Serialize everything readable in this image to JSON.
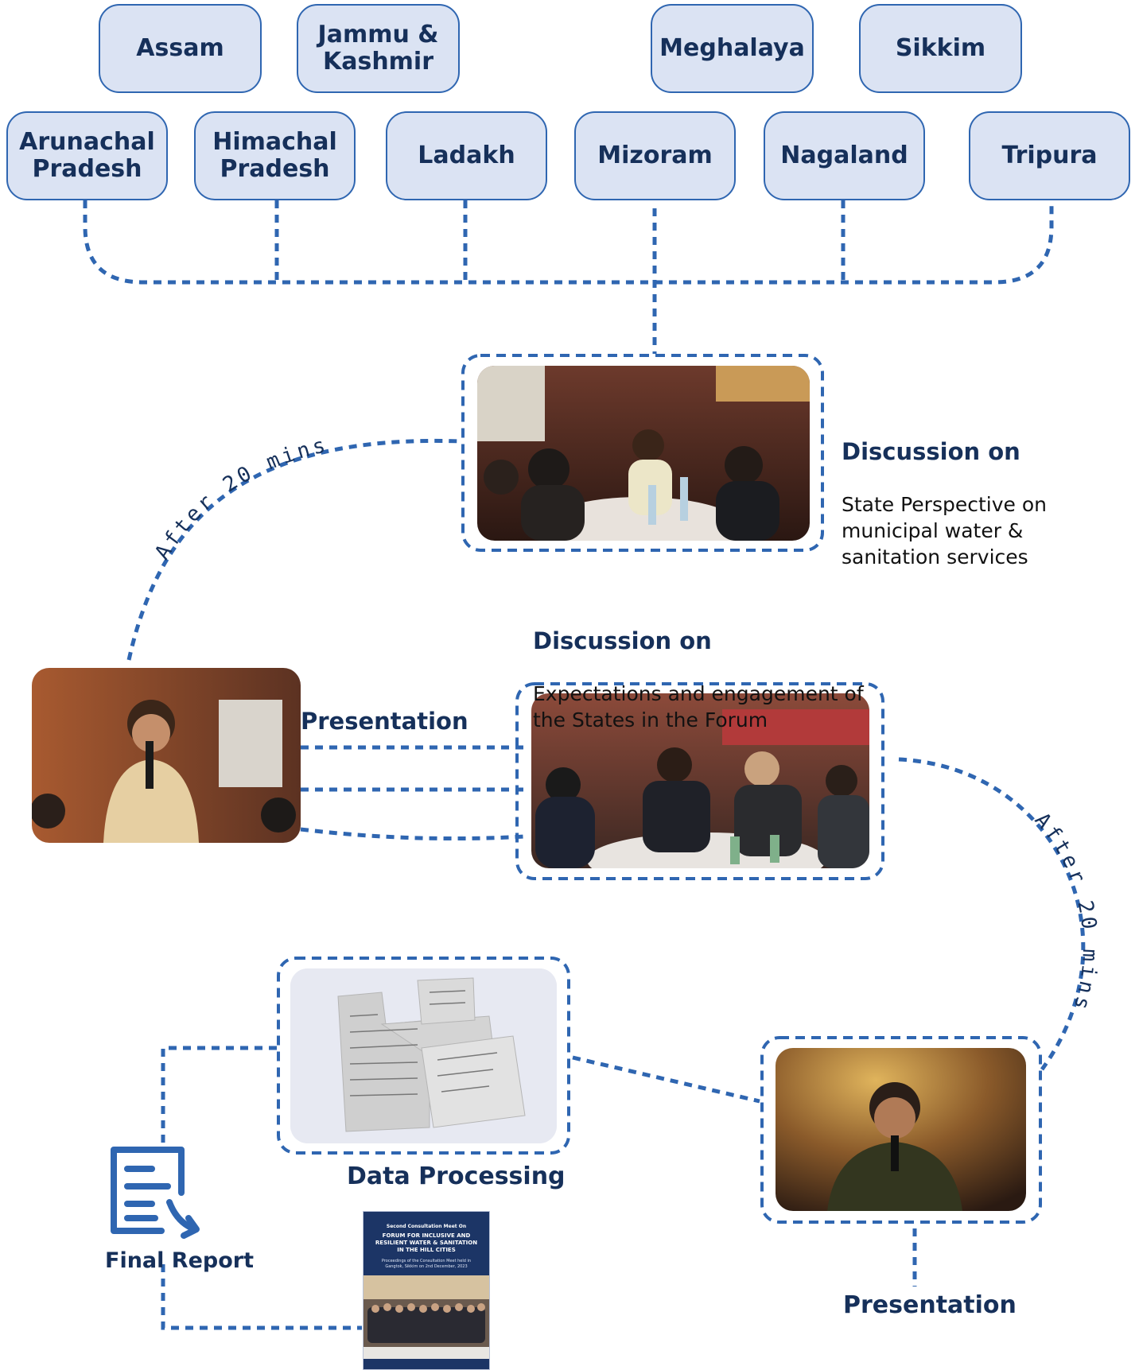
{
  "states": [
    "Assam",
    "Jammu &\nKashmir",
    "Meghalaya",
    "Sikkim",
    "Arunachal\nPradesh",
    "Himachal\nPradesh",
    "Ladakh",
    "Mizoram",
    "Nagaland",
    "Tripura"
  ],
  "discussion1": {
    "heading": "Discussion on",
    "text": "State Perspective on\nmunicipal water &\nsanitation services"
  },
  "discussion2": {
    "heading": "Discussion on",
    "text": "Expectations and engagement of\nthe States in the Forum"
  },
  "after_left": "After 20 mins",
  "after_right": "After 20 mins",
  "presentation_mid": "Presentation",
  "presentation_bottom": "Presentation",
  "data_processing": "Data Processing",
  "final_report": "Final Report",
  "report_cover": {
    "top": "Second Consultation Meet On",
    "title": "FORUM FOR INCLUSIVE AND RESILIENT WATER & SANITATION IN THE HILL CITIES",
    "subtitle": "Proceedings of the Consultation Meet held in Gangtok, Sikkim on 2nd December, 2023"
  },
  "colors": {
    "accent": "#2f66b1",
    "box_fill": "#dbe3f3",
    "text_dark": "#16305a"
  }
}
